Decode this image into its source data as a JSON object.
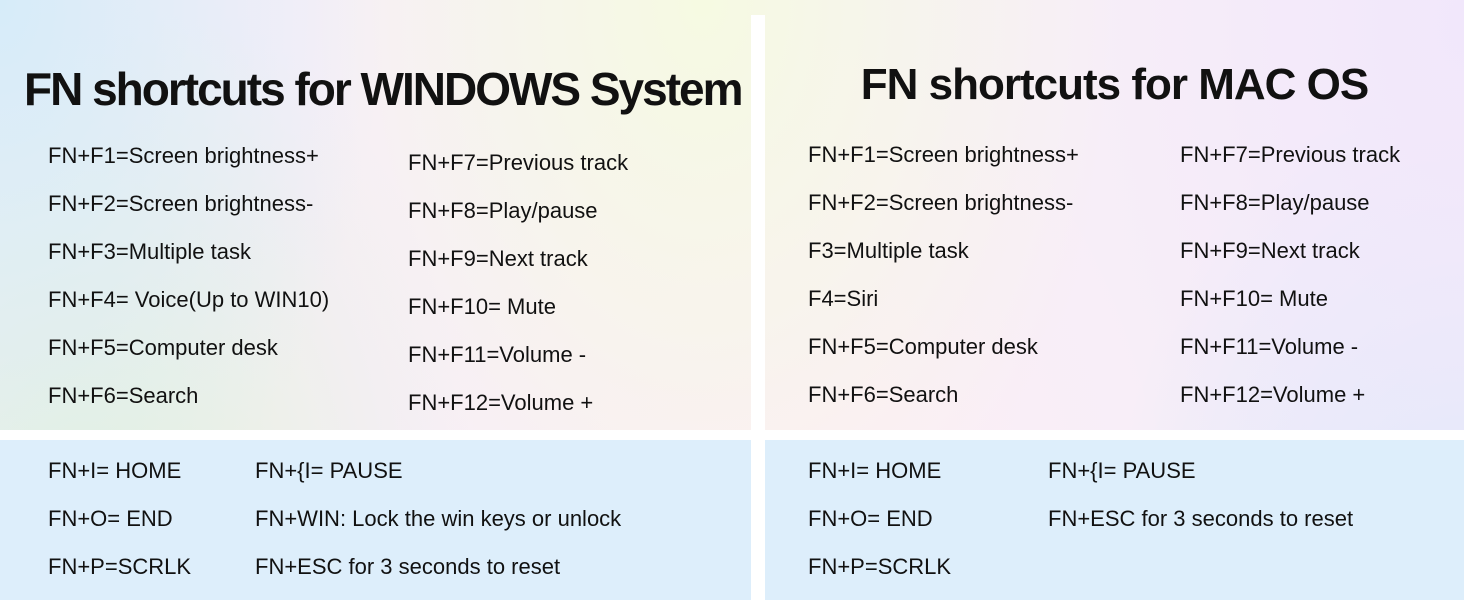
{
  "colors": {
    "text": "#111111",
    "bottom_section_bg": "#ddeefb",
    "divider": "#ffffff",
    "gradient_corners": [
      "#d6ecf9",
      "#e3f2db",
      "#f6fae2",
      "#fdeef5",
      "#f1e7fb",
      "#d9e8fb"
    ]
  },
  "windows": {
    "title": "FN shortcuts for WINDOWS System",
    "fn_left": [
      "FN+F1=Screen brightness+",
      "FN+F2=Screen brightness-",
      "FN+F3=Multiple task",
      "FN+F4= Voice(Up to WIN10)",
      "FN+F5=Computer desk",
      "FN+F6=Search"
    ],
    "fn_right": [
      "FN+F7=Previous track",
      "FN+F8=Play/pause",
      "FN+F9=Next track",
      "FN+F10= Mute",
      "FN+F11=Volume -",
      "FN+F12=Volume +"
    ],
    "extra_left": [
      "FN+I= HOME",
      "FN+O= END",
      "FN+P=SCRLK"
    ],
    "extra_right": [
      "FN+{I= PAUSE",
      "FN+WIN: Lock the win keys or unlock",
      "FN+ESC for 3 seconds to reset"
    ]
  },
  "mac": {
    "title": "FN shortcuts for MAC OS",
    "fn_left": [
      "FN+F1=Screen brightness+",
      "FN+F2=Screen brightness-",
      "F3=Multiple task",
      "F4=Siri",
      "FN+F5=Computer desk",
      "FN+F6=Search"
    ],
    "fn_right": [
      "FN+F7=Previous track",
      "FN+F8=Play/pause",
      "FN+F9=Next track",
      "FN+F10= Mute",
      "FN+F11=Volume -",
      "FN+F12=Volume +"
    ],
    "extra_left": [
      "FN+I= HOME",
      "FN+O= END",
      "FN+P=SCRLK"
    ],
    "extra_right": [
      "FN+{I= PAUSE",
      "FN+ESC for 3 seconds to reset"
    ]
  }
}
